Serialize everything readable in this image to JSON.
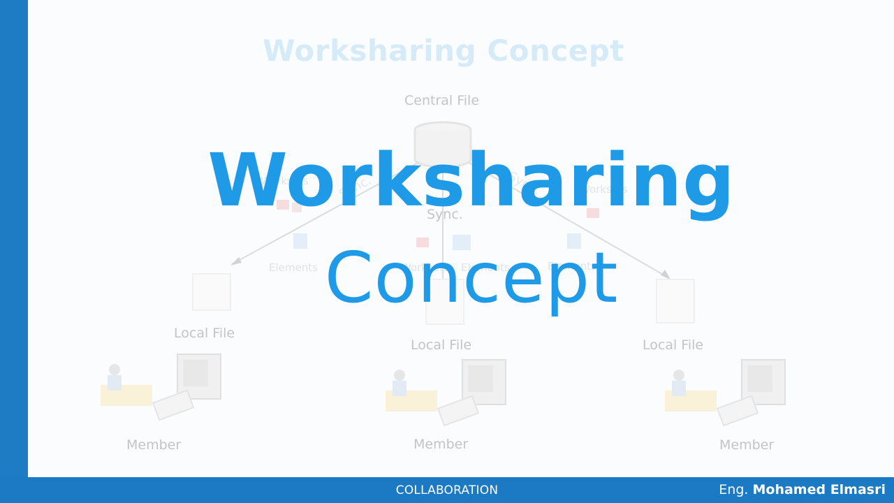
{
  "slide": {
    "background_title": "Worksharing Concept",
    "title_line1": "Worksharing",
    "title_line2": "Concept"
  },
  "diagram": {
    "central_file": "Central File",
    "sync_center": "Sync.",
    "sync_left": "Sync.",
    "sync_right": "Sync.",
    "worksets_left": "Worksets",
    "worksets_right": "Worksets",
    "worksets_center": "Worksets",
    "elements_left": "Elements",
    "elements_center": "Elements",
    "elements_right": "Elements",
    "local_file_left": "Local File",
    "local_file_center": "Local File",
    "local_file_right": "Local File",
    "member_left": "Member",
    "member_center": "Member",
    "member_right": "Member"
  },
  "footer": {
    "section": "COLLABORATION",
    "author_prefix": "Eng.",
    "author_name": "Mohamed Elmasri"
  },
  "colors": {
    "accent": "#1f9ae6",
    "sidebar": "#1e7cc4",
    "footer_bar": "#1b7ac3"
  }
}
